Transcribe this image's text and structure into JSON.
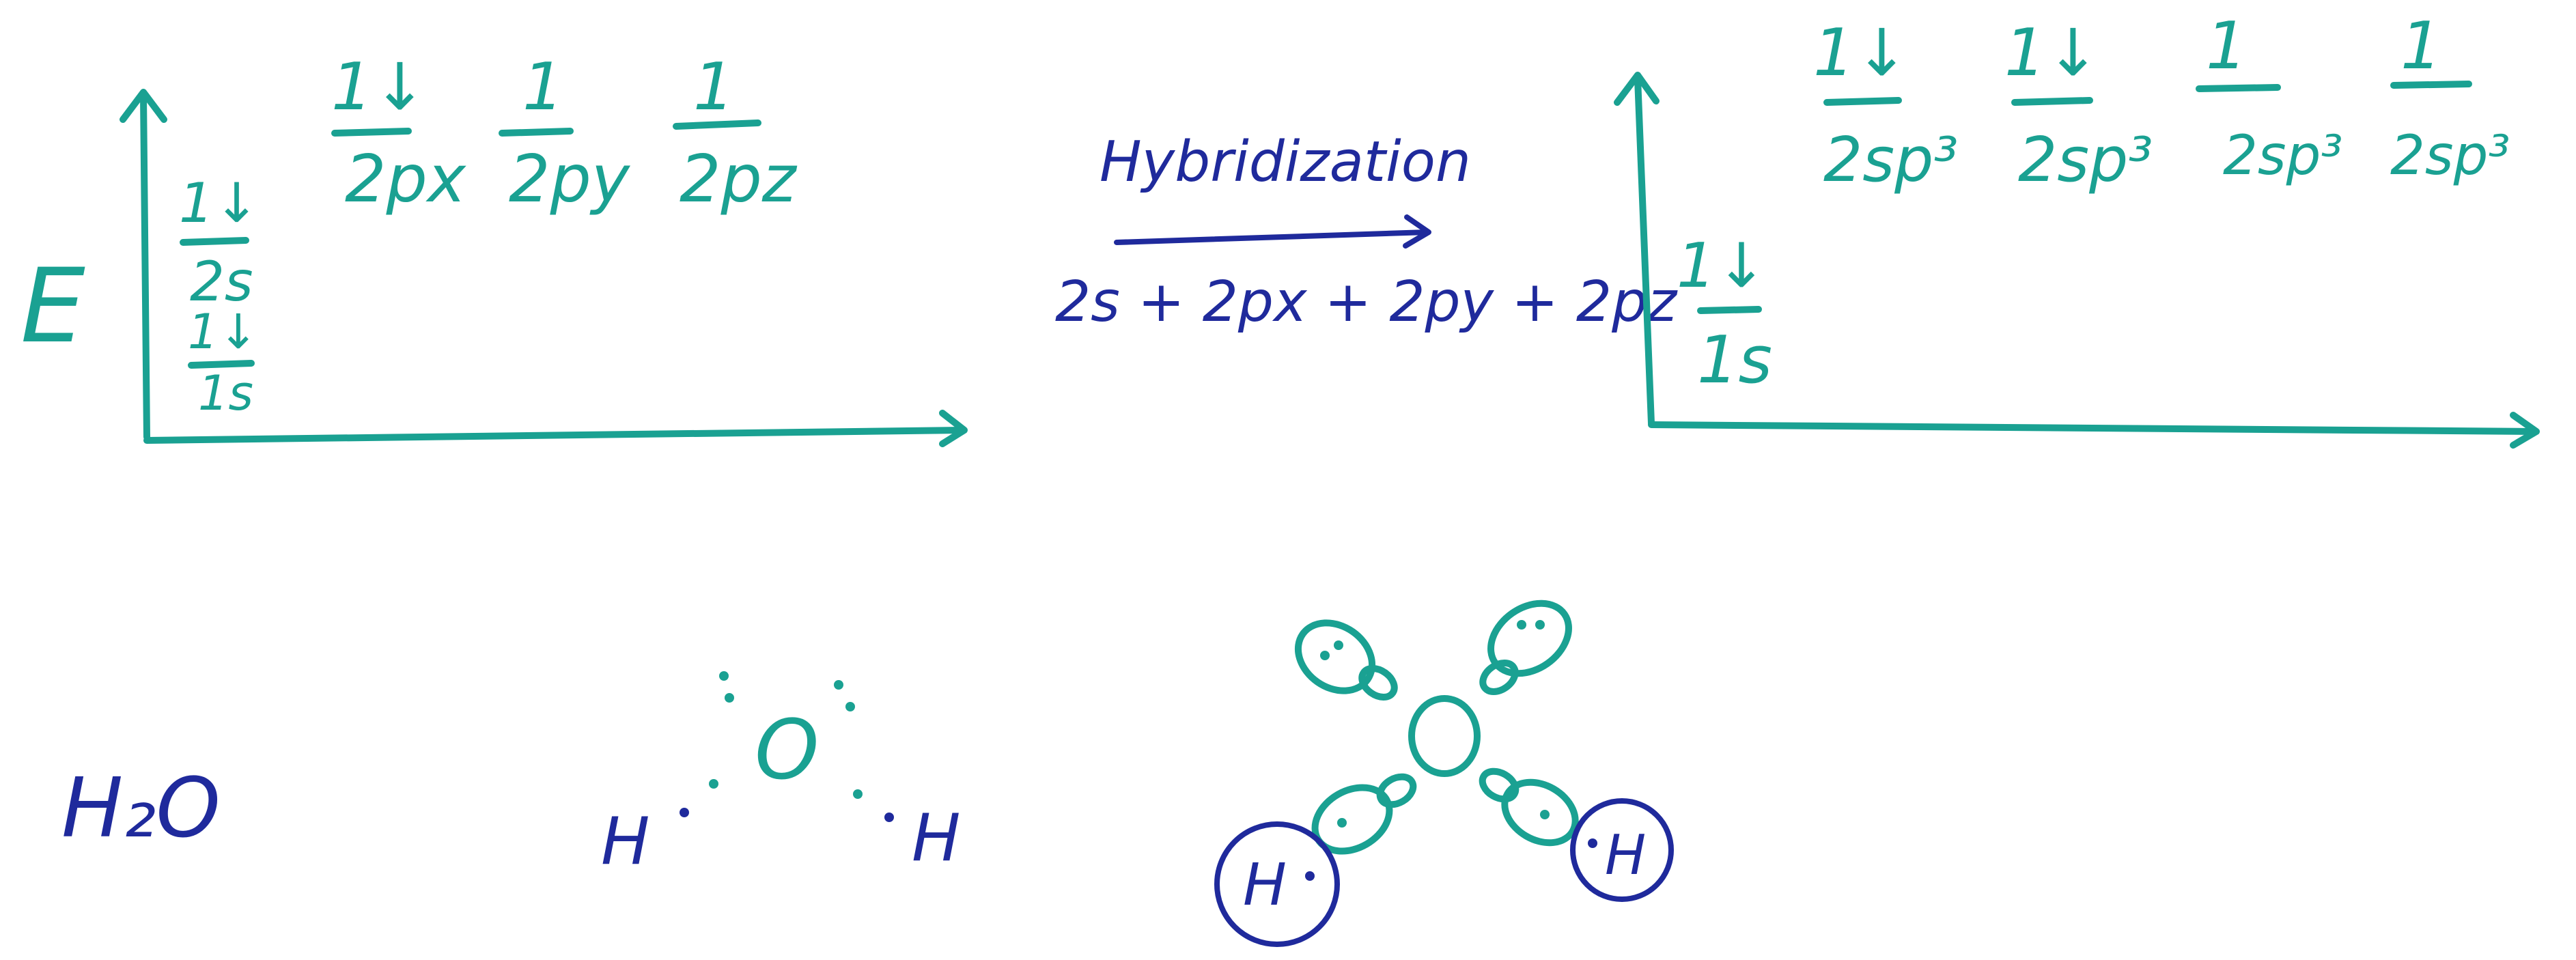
{
  "colors": {
    "teal": "#1aa192",
    "navy": "#1f2a9c"
  },
  "energy_label": "E",
  "left_diagram": {
    "levels": [
      {
        "electrons": "1↓",
        "orbital": "2s"
      },
      {
        "electrons": "1↓",
        "orbital": "1s"
      },
      {
        "electrons": "1↓",
        "orbital": "2px"
      },
      {
        "electrons": "1",
        "orbital": "2py"
      },
      {
        "electrons": "1",
        "orbital": "2pz"
      }
    ]
  },
  "hybridization": {
    "label": "Hybridization",
    "equation": "2s + 2px + 2py + 2pz"
  },
  "right_diagram": {
    "levels": [
      {
        "electrons": "1↓",
        "orbital": "1s"
      },
      {
        "electrons": "1↓",
        "orbital": "2sp³"
      },
      {
        "electrons": "1↓",
        "orbital": "2sp³"
      },
      {
        "electrons": "1",
        "orbital": "2sp³"
      },
      {
        "electrons": "1",
        "orbital": "2sp³"
      }
    ]
  },
  "molecule": {
    "formula": "H₂O",
    "oxygen": "O",
    "hydrogen_left": "H",
    "hydrogen_right": "H",
    "orbital_oxygen": "O",
    "orbital_h_left": "H",
    "orbital_h_right": "H"
  }
}
